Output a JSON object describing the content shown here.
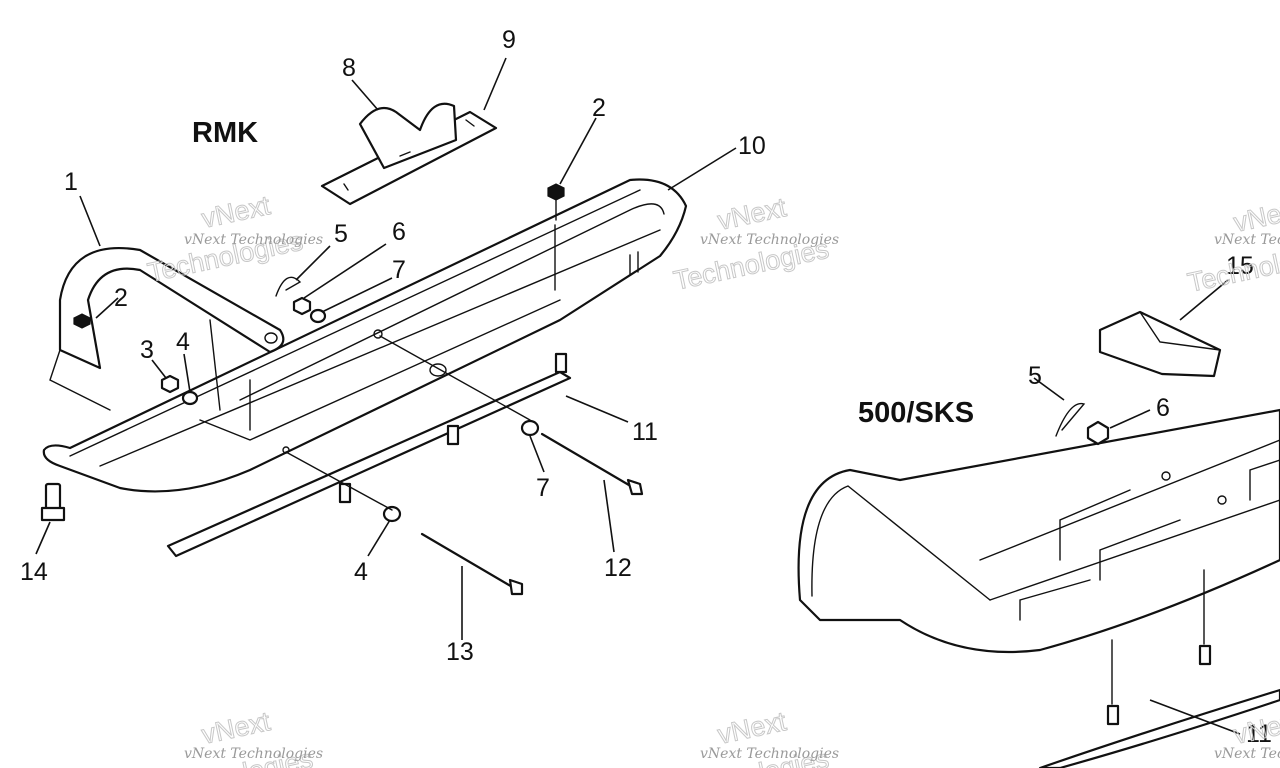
{
  "labels": {
    "rmk": "RMK",
    "sks": "500/SKS"
  },
  "callouts": {
    "c1": "1",
    "c2a": "2",
    "c2b": "2",
    "c3": "3",
    "c4a": "4",
    "c4b": "4",
    "c5a": "5",
    "c5b": "5",
    "c6a": "6",
    "c6b": "6",
    "c7a": "7",
    "c7b": "7",
    "c8": "8",
    "c9": "9",
    "c10": "10",
    "c11a": "11",
    "c11b": "11",
    "c12": "12",
    "c13": "13",
    "c14": "14",
    "c15": "15"
  },
  "watermark": {
    "text": "vNext Technologies",
    "word1": "vNext",
    "word2": "Technologies"
  }
}
